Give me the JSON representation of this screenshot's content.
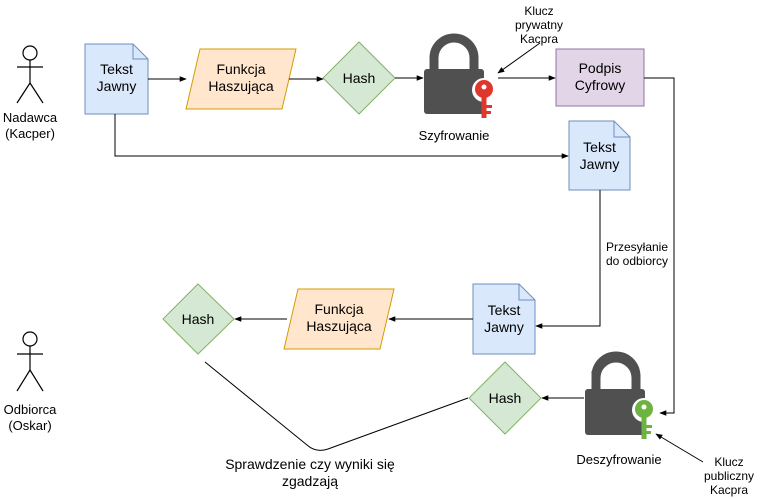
{
  "actors": {
    "sender": "Nadawca\n(Kacper)",
    "receiver": "Odbiorca\n(Oskar)"
  },
  "nodes": {
    "doc_top": "Tekst\nJawny",
    "hash_func_top": "Funkcja\nHaszująca",
    "hash_top": "Hash",
    "signature": "Podpis\nCyfrowy",
    "doc_copy": "Tekst\nJawny",
    "doc_received": "Tekst\nJawny",
    "hash_func_bottom": "Funkcja\nHaszująca",
    "hash_left": "Hash",
    "hash_decrypted": "Hash"
  },
  "labels": {
    "encryption": "Szyfrowanie",
    "decryption": "Deszyfrowanie",
    "private_key": "Klucz\nprywatny\nKacpra",
    "public_key": "Klucz\npubliczny\nKacpra",
    "transmission": "Przesyłanie\ndo odbiorcy",
    "verify": "Sprawdzenie czy wyniki się\nzgadzają"
  },
  "colors": {
    "doc_fill": "#dae8fc",
    "doc_stroke": "#6c8ebf",
    "func_fill": "#ffe6cc",
    "func_stroke": "#d79b00",
    "hash_fill": "#d5e8d4",
    "hash_stroke": "#82b366",
    "sig_fill": "#e1d5e7",
    "sig_stroke": "#9673a6",
    "lock": "#505050",
    "private_key": "#e0362c",
    "public_key": "#6db33f"
  },
  "icons": [
    "actor-icon",
    "padlock-icon",
    "key-icon"
  ]
}
